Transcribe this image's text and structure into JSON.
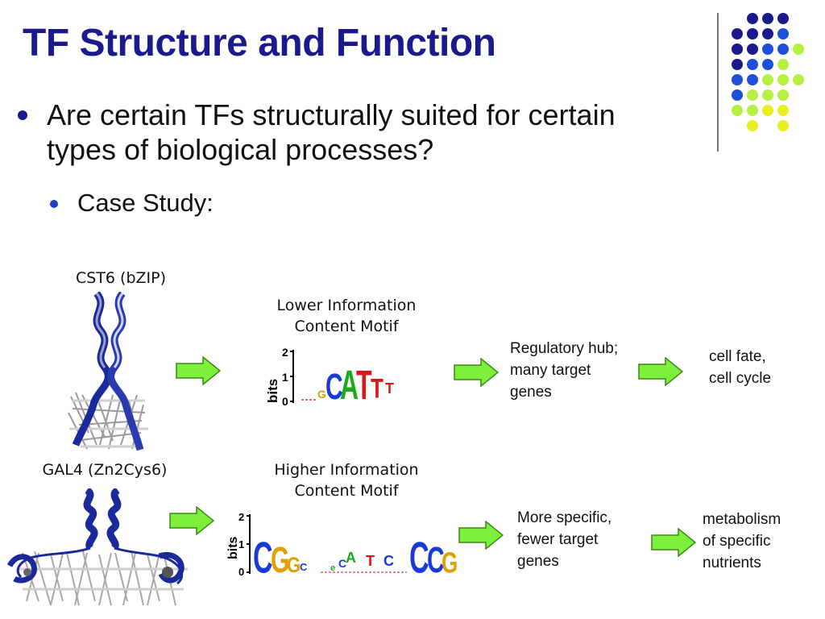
{
  "slide": {
    "title": "TF Structure and Function",
    "bullet_main": "Are certain TFs structurally suited for certain types of biological processes?",
    "bullet_sub": "Case Study:"
  },
  "rows": [
    {
      "protein": "CST6 (bZIP)",
      "motif_label_1": "Lower Information",
      "motif_label_2": "Content Motif",
      "consequence_1": "Regulatory hub;",
      "consequence_2": "many target",
      "consequence_3": "genes",
      "process_1": "cell fate,",
      "process_2": "cell cycle"
    },
    {
      "protein": "GAL4 (Zn2Cys6)",
      "motif_label_1": "Higher Information",
      "motif_label_2": "Content Motif",
      "consequence_1": "More specific,",
      "consequence_2": "fewer target",
      "consequence_3": "genes",
      "process_1": "metabolism",
      "process_2": "of specific",
      "process_3": "nutrients"
    }
  ],
  "logo_axis": {
    "ylabel": "bits",
    "ticks": [
      "2",
      "1",
      "0"
    ]
  },
  "colors": {
    "title": "#1a1a8c",
    "arrow_fill": "#7cf03a",
    "arrow_stroke": "#3a8a1a",
    "dot_navy": "#1a1a8c",
    "dot_blue": "#1e4fd8",
    "dot_lime": "#b6f040",
    "dot_yellow": "#e8f020"
  }
}
